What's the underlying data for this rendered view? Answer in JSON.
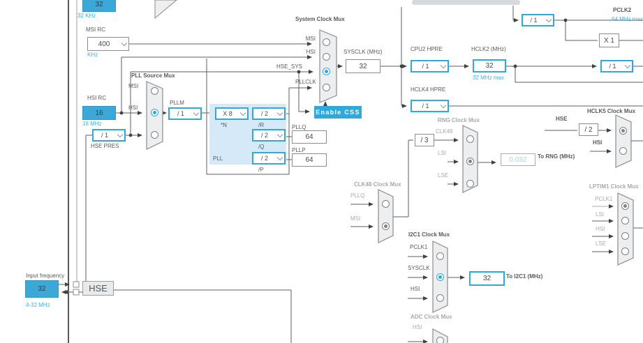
{
  "colors": {
    "accent": "#2FA9DC",
    "blue_text": "#3DAFE4",
    "grey_text": "#A7A9AC",
    "dark_text": "#57595B"
  },
  "oscillators": {
    "lsi": {
      "value": "32",
      "unit_label": "32 KHz"
    },
    "msi": {
      "label": "MSI RC",
      "value": "400",
      "unit_label": "KHz"
    },
    "hsi": {
      "label": "HSI RC",
      "value": "16",
      "unit_label": "16 MHz"
    },
    "hse_pres": {
      "value": "/ 1",
      "label": "HSE PRES"
    },
    "input_frequency": {
      "label": "Input frequency",
      "value": "32",
      "range_label": "4-32 MHz"
    },
    "hse_block": {
      "label": "HSE"
    }
  },
  "pll_source_mux": {
    "title": "PLL Source Mux",
    "input_msi": "MSI",
    "input_hsi": "HSI"
  },
  "pllm": {
    "label": "PLLM",
    "value": "/ 1"
  },
  "pll": {
    "label": "PLL",
    "n_value": "X 8",
    "n_label": "*N",
    "r_value": "/ 2",
    "r_label": "/R",
    "q_value": "/ 2",
    "q_label": "/Q",
    "p_value": "/ 2",
    "p_label": "/P"
  },
  "pllq": {
    "label": "PLLQ",
    "value": "64"
  },
  "pllp": {
    "label": "PLLP",
    "value": "64"
  },
  "system_clock_mux": {
    "title": "System Clock Mux",
    "input_msi": "MSI",
    "input_hsi": "HSI",
    "input_hse_sys": "HSE_SYS",
    "input_pllclk": "PLLCLK",
    "enable_css": "Enable CSS"
  },
  "sysclk": {
    "label": "SYSCLK (MHz)",
    "value": "32"
  },
  "cpu2_hpre": {
    "label": "CPU2 HPRE",
    "value": "/ 1"
  },
  "hclk2": {
    "label": "HCLK2 (MHz)",
    "value": "32",
    "max_label": "32 MHz max"
  },
  "hclk4_hpre": {
    "label": "HCLK4 HPRE",
    "value": "/ 1"
  },
  "apb2": {
    "prescaler": "/ 1",
    "pclk2_label": "PCLK2",
    "pclk2_max": "64 MHz max",
    "multiplier": "X 1"
  },
  "apb_right": {
    "prescaler": "/ 1"
  },
  "rng_mux": {
    "title": "RNG Clock Mux",
    "divider": "/ 3",
    "input_clk48": "CLK48",
    "input_lsi": "LSI",
    "input_lse": "LSE",
    "value": "0.032",
    "to_label": "To RNG (MHz)"
  },
  "clk48_mux": {
    "title": "CLK48 Clock Mux",
    "input_pllq": "PLLQ",
    "input_msi": "MSI"
  },
  "i2c1_mux": {
    "title": "I2C1 Clock Mux",
    "input_pclk1": "PCLK1",
    "input_sysclk": "SYSCLK",
    "input_hsi": "HSI",
    "value": "32",
    "to_label": "To I2C1 (MHz)"
  },
  "adc_mux": {
    "title": "ADC Clock Mux",
    "input_hsi": "HSI"
  },
  "hclk5_mux": {
    "title": "HCLK5 Clock Mux",
    "input_hse": "HSE",
    "input_hsi": "HSI",
    "divider": "/ 2"
  },
  "lptim1_mux": {
    "title": "LPTIM1 Clock Mux",
    "input_pclk1": "PCLK1",
    "input_lsi": "LSI",
    "input_hsi": "HSI",
    "input_lse": "LSE"
  }
}
